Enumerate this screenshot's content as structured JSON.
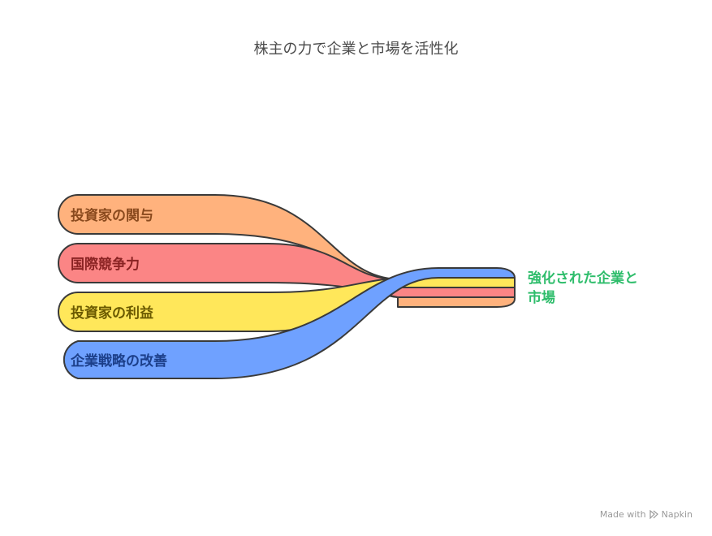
{
  "title": "株主の力で企業と市場を活性化",
  "inputs": [
    {
      "label": "投資家の関与",
      "color": "#ffb27d",
      "text_color": "#8a4a1e"
    },
    {
      "label": "国際競争力",
      "color": "#fb8585",
      "text_color": "#8a2323"
    },
    {
      "label": "投資家の利益",
      "color": "#ffe75a",
      "text_color": "#6b5a00"
    },
    {
      "label": "企業戦略の改善",
      "color": "#6fa1ff",
      "text_color": "#1c3f8a"
    }
  ],
  "result": {
    "label_line1": "強化された企業と",
    "label_line2": "市場",
    "color": "#2ebd6b"
  },
  "footer": {
    "made_with": "Made with",
    "brand": "Napkin"
  }
}
